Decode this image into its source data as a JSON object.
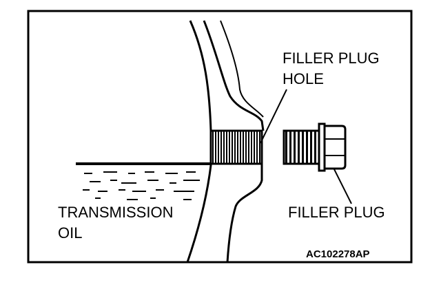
{
  "labels": {
    "filler_plug_hole_line1": "FILLER PLUG",
    "filler_plug_hole_line2": "HOLE",
    "filler_plug": "FILLER PLUG",
    "transmission_oil_line1": "TRANSMISSION",
    "transmission_oil_line2": "OIL",
    "figure_code": "AC102278AP"
  },
  "colors": {
    "ink": "#000000",
    "paper": "#ffffff"
  }
}
